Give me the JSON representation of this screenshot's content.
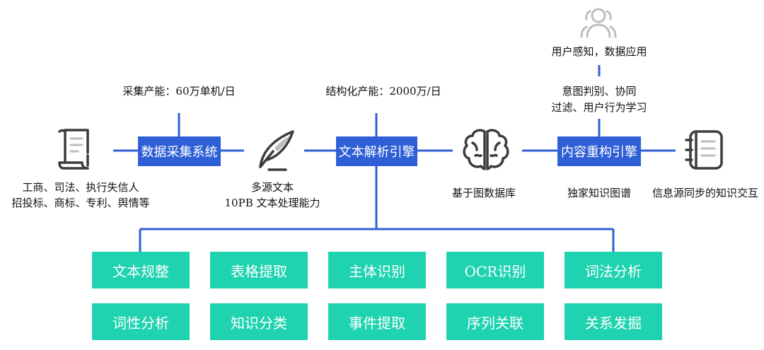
{
  "diagram": {
    "top": {
      "user_label": "用户感知，数据应用",
      "capacity_collect": "采集产能：60万单机/日",
      "capacity_struct": "结构化产能：2000万/日",
      "intent_line1": "意图判别、协同",
      "intent_line2": "过滤、用户行为学习"
    },
    "pipeline": {
      "collect_system": "数据采集系统",
      "parse_engine": "文本解析引擎",
      "rebuild_engine": "内容重构引擎"
    },
    "captions": {
      "sources_line1": "工商、司法、执行失信人",
      "sources_line2": "招投标、商标、专利、舆情等",
      "multi_text_line1": "多源文本",
      "multi_text_line2": "10PB 文本处理能力",
      "graph_db": "基于图数据库",
      "exclusive_kg": "独家知识图谱",
      "knowledge_exchange": "信息源同步的知识交互"
    },
    "functions": [
      "文本规整",
      "表格提取",
      "主体识别",
      "OCR识别",
      "词法分析",
      "词性分析",
      "知识分类",
      "事件提取",
      "序列关联",
      "关系发掘"
    ]
  },
  "colors": {
    "blue": "#2f5fd6",
    "teal": "#1fd3b0",
    "icon_gray": "#3c3c3c",
    "user_icon_gray": "#bdbdbd"
  },
  "icons": [
    "document-scroll-icon",
    "quill-pen-icon",
    "brain-icon",
    "notebook-icon",
    "user-icon"
  ]
}
